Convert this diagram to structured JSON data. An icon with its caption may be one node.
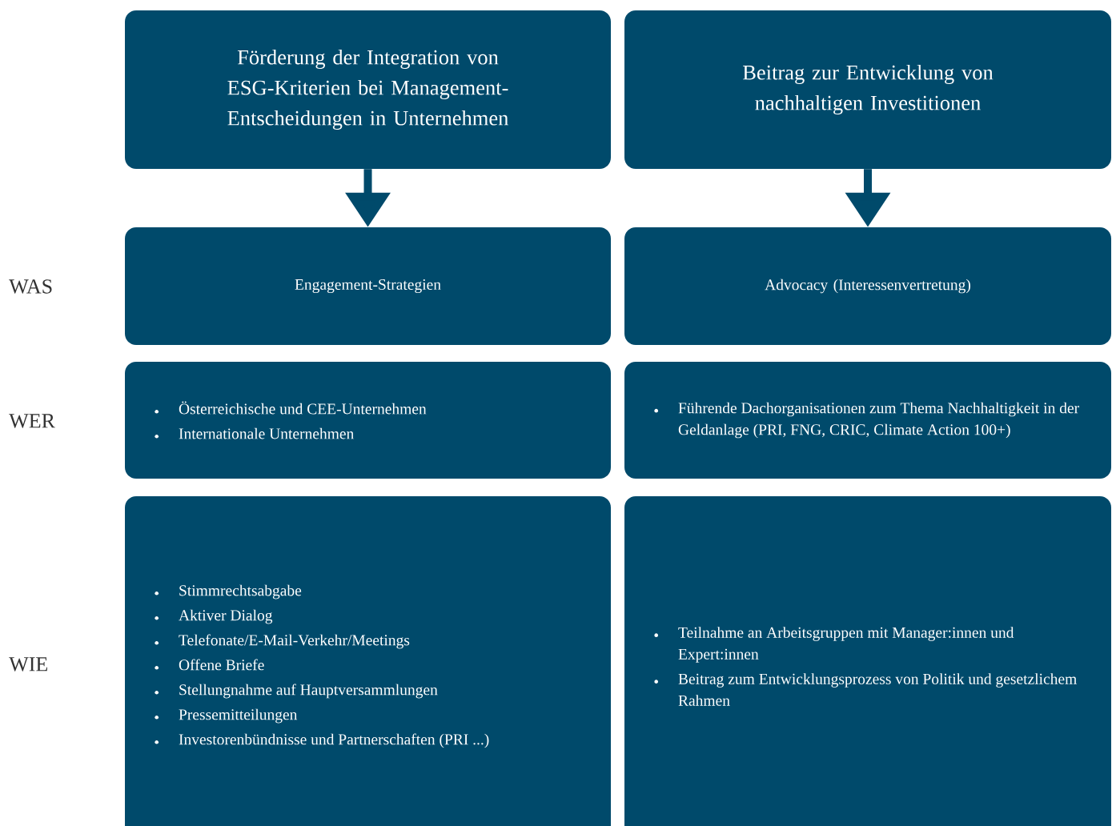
{
  "diagram": {
    "nodes": [
      {
        "text": [
          "Förderung der Integration von ESG-Kriterien bei Management-Entscheidungen in Unternehmen"
        ]
      },
      {
        "text": [
          "Beitrag zur Entwicklung von nachhaltigen Investitionen"
        ]
      },
      {
        "text": [
          "Engagement-Strategien"
        ]
      },
      {
        "text": [
          "Advocacy (Interessenvertretung)"
        ]
      },
      {
        "text": [
          "Österreichische und CEE-Unternehmen",
          "Internationale Unternehmen"
        ]
      },
      {
        "text": [
          "Führende Dachorganisationen zum Thema Nachhaltigkeit in der Geldanlage (PRI, FNG, CRIC, Climate Action 100+)"
        ]
      },
      {
        "text": [
          "Stimmrechtsabgabe",
          "Aktiver Dialog",
          "Telefonate/E-Mail-Verkehr/Meetings",
          "Offene Briefe",
          "Stellungnahme auf Hauptversammlungen",
          "Pressemitteilungen",
          "Investorenbündnisse und Partnerschaften (PRI ...)"
        ]
      },
      {
        "text": [
          "Teilnahme an Arbeitsgruppen mit Manager:innen und Expert:innen",
          "Beitrag zum Entwicklungsprozess von Politik und gesetzlichem Rahmen"
        ]
      }
    ],
    "edges": [
      {
        "from": 0,
        "to": 2,
        "arrow": "to"
      },
      {
        "from": 1,
        "to": 3,
        "arrow": "to"
      }
    ],
    "labels": [
      "WAS",
      "WER",
      "WIE"
    ]
  }
}
